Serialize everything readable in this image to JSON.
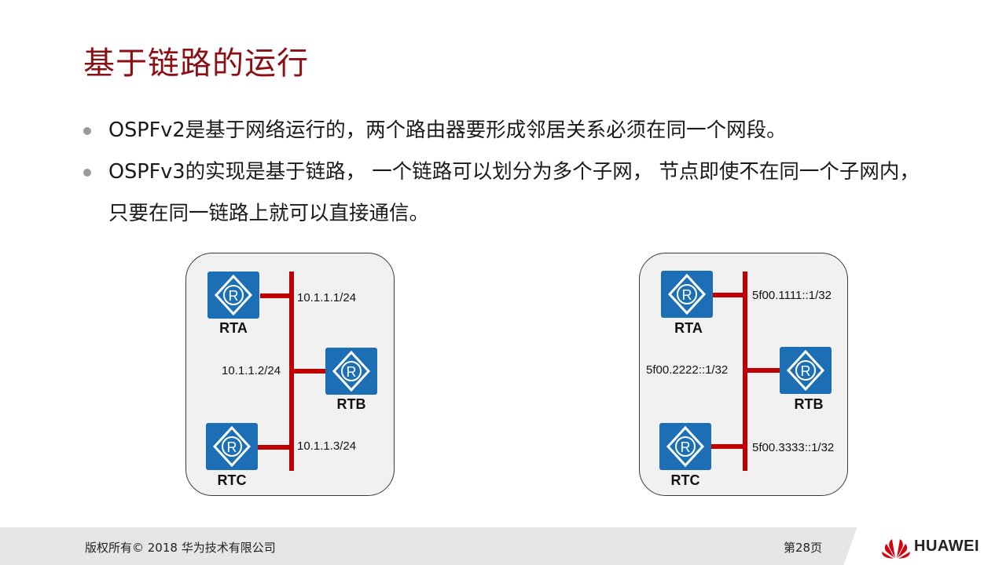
{
  "title": "基于链路的运行",
  "bullets": [
    "OSPFv2是基于网络运行的，两个路由器要形成邻居关系必须在同一个网段。",
    "OSPFv3的实现是基于链路， 一个链路可以划分为多个子网， 节点即使不在同一个子网内， 只要在同一链路上就可以直接通信。"
  ],
  "diagram_left": {
    "routers": [
      {
        "name": "RTA",
        "address": "10.1.1.1/24"
      },
      {
        "name": "RTB",
        "address": "10.1.1.2/24"
      },
      {
        "name": "RTC",
        "address": "10.1.1.3/24"
      }
    ]
  },
  "diagram_right": {
    "routers": [
      {
        "name": "RTA",
        "address": "5f00.1111::1/32"
      },
      {
        "name": "RTB",
        "address": "5f00.2222::1/32"
      },
      {
        "name": "RTC",
        "address": "5f00.3333::1/32"
      }
    ]
  },
  "colors": {
    "title": "#8b0f13",
    "link": "#c00000",
    "router": "#1d6fb5"
  },
  "icons": {
    "router": "router-icon",
    "logo": "huawei-logo"
  },
  "footer": {
    "copyright": "版权所有© 2018 华为技术有限公司",
    "page": "第28页",
    "brand": "HUAWEI"
  }
}
